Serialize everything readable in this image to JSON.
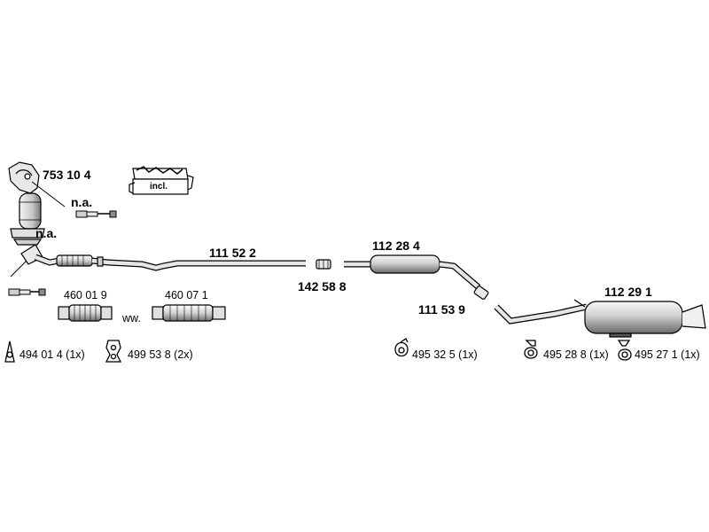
{
  "diagram": {
    "parts": {
      "catalytic_converter": "753 10 4",
      "front_pipe": "111 52 2",
      "clamp": "142 58 8",
      "center_silencer": "112 28 4",
      "intermediate_pipe": "111 53 9",
      "rear_silencer": "112 29 1",
      "flex_pipe_a": "460 01 9",
      "flex_pipe_b": "460 07 1"
    },
    "mounts": [
      {
        "part": "494 01 4",
        "qty": "(1x)"
      },
      {
        "part": "499 53 8",
        "qty": "(2x)"
      },
      {
        "part": "495 32 5",
        "qty": "(1x)"
      },
      {
        "part": "495 28 8",
        "qty": "(1x)"
      },
      {
        "part": "495 27 1",
        "qty": "(1x)"
      }
    ],
    "notes": {
      "na_upper": "n.a.",
      "na_lower": "n.a.",
      "incl": "incl.",
      "ww": "ww."
    }
  },
  "colors": {
    "line": "#000000",
    "fill_light": "#f2f2f2",
    "fill_mid": "#d6d6d6",
    "fill_dark": "#8c8c8c"
  }
}
